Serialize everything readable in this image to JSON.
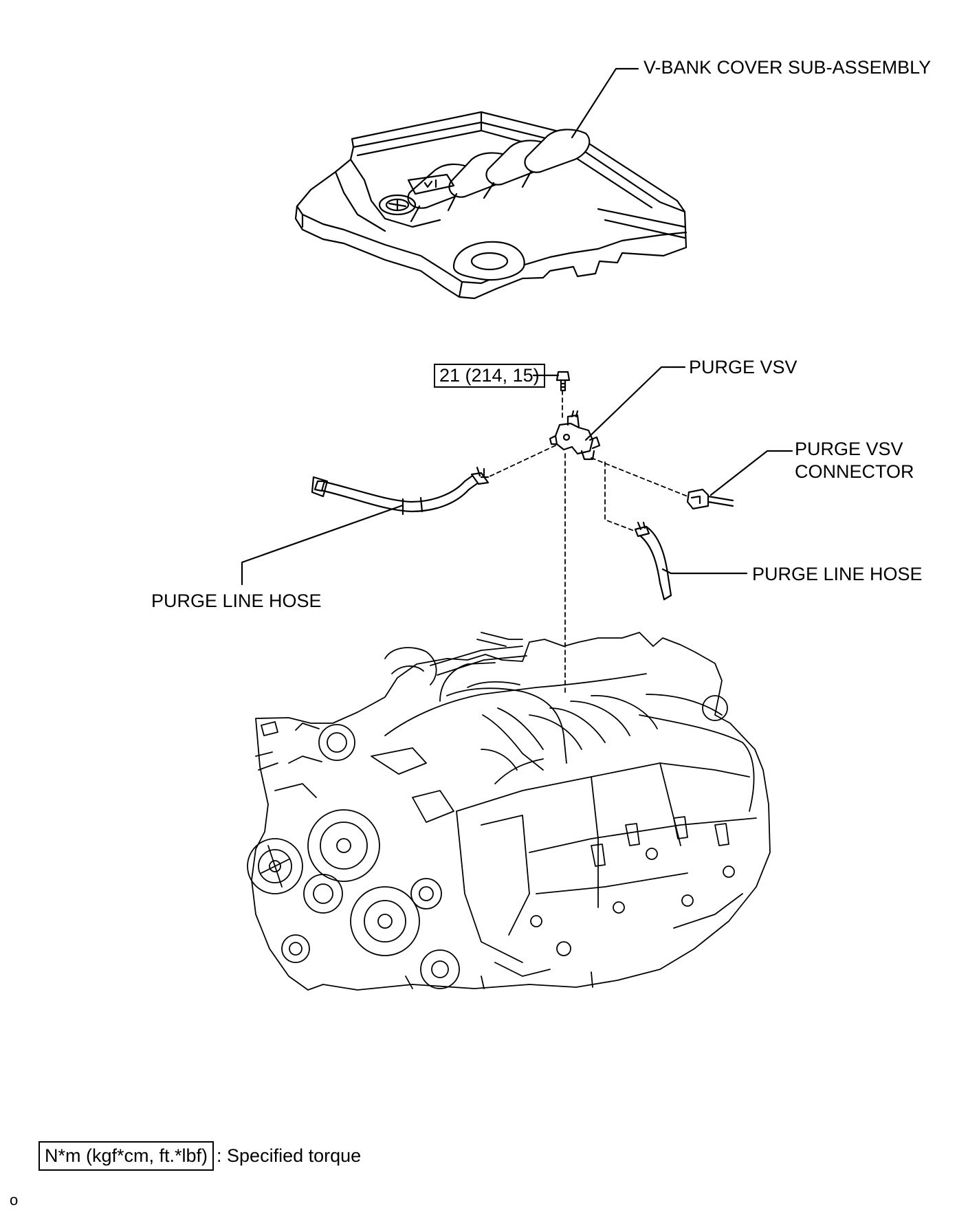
{
  "labels": {
    "v_bank_cover": "V-BANK COVER SUB-ASSEMBLY",
    "purge_vsv": "PURGE VSV",
    "purge_vsv_connector_line1": "PURGE VSV",
    "purge_vsv_connector_line2": "CONNECTOR",
    "purge_line_hose_left": "PURGE LINE HOSE",
    "purge_line_hose_right": "PURGE LINE HOSE",
    "torque_value": "21 (214, 15)"
  },
  "legend": {
    "unit_box": "N*m (kgf*cm, ft.*lbf)",
    "description": ": Specified torque"
  },
  "figure_ref": "o"
}
